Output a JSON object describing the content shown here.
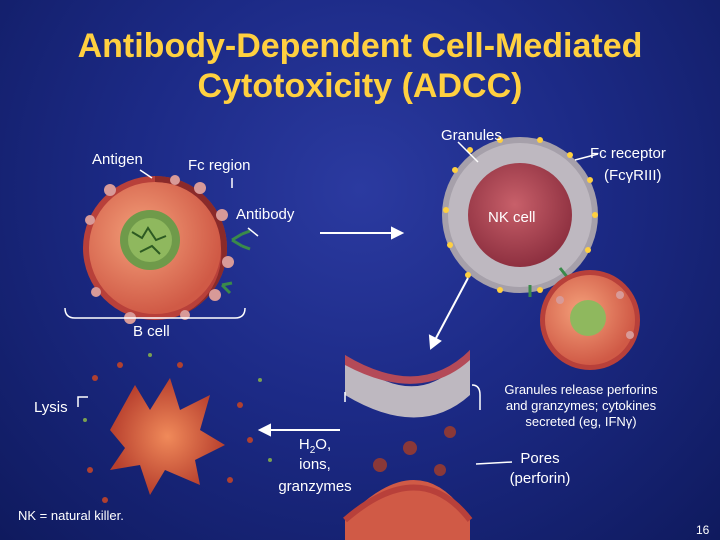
{
  "slide": {
    "title_line1": "Antibody-Dependent Cell-Mediated",
    "title_line2": "Cytotoxicity (ADCC)",
    "page_number": "16",
    "footnote": "NK = natural killer."
  },
  "labels": {
    "antigen": "Antigen",
    "fc_region": "Fc region",
    "antibody": "Antibody",
    "granules": "Granules",
    "fc_receptor_line1": "Fc receptor",
    "fc_receptor_line2": "(FcγRIII)",
    "nk_cell": "NK cell",
    "b_cell": "B cell",
    "lysis": "Lysis",
    "release_line1": "Granules release perforins",
    "release_line2": "and granzymes; cytokines",
    "release_line3": "secreted (eg, IFNγ)",
    "h2o_pre": "H",
    "h2o_sub": "2",
    "h2o_post": "O,",
    "ions": "ions,",
    "granzymes": "granzymes",
    "pores_line1": "Pores",
    "pores_line2": "(perforin)"
  },
  "colors": {
    "title": "#ffd040",
    "background": "#1c2a86",
    "label": "#ffffff",
    "b_cell_membrane": "#c0453c",
    "b_cell_cytoplasm": "#f08a6a",
    "nucleus": "#7aa050",
    "nk_cell_membrane": "#a8a0a8",
    "nk_cell_interior": "#b44a58",
    "antibody": "#3a8a4a",
    "arrow": "#ffffff"
  }
}
